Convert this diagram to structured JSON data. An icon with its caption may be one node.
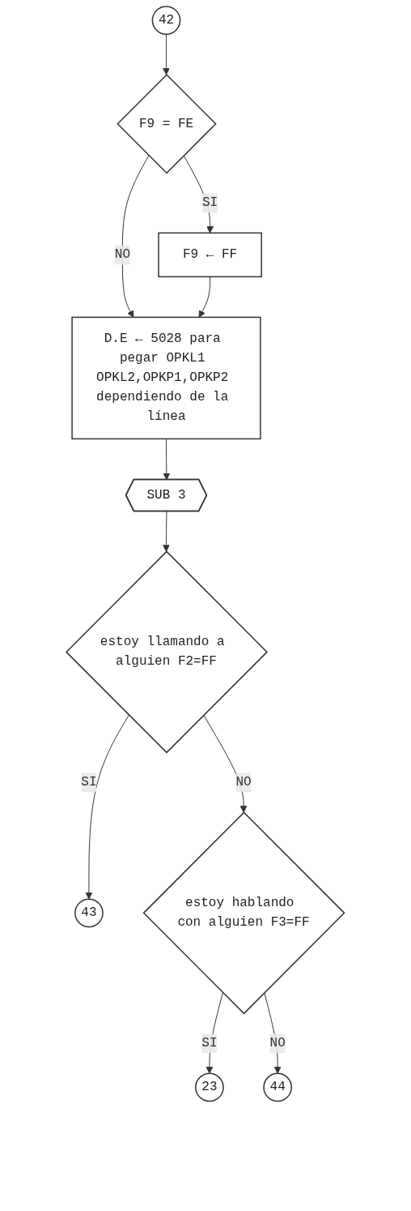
{
  "diagram": {
    "nodes": [
      {
        "text": [
          "42"
        ]
      },
      {
        "text": [
          "F9 = FE"
        ]
      },
      {
        "text": [
          "F9 ← FF"
        ]
      },
      {
        "text": [
          "D.E ← 5028 para pegar OPKL1 OPKL2,OPKP1,OPKP2 dependiendo de la línea"
        ]
      },
      {
        "text": [
          "SUB 3"
        ]
      },
      {
        "text": [
          "estoy llamando a alguien F2=FF"
        ]
      },
      {
        "text": [
          "43"
        ]
      },
      {
        "text": [
          "estoy hablando con alguien F3=FF"
        ]
      },
      {
        "text": [
          "23"
        ]
      },
      {
        "text": [
          "44"
        ]
      }
    ],
    "edges": [
      {
        "from": 0,
        "to": 1,
        "arrow": "to"
      },
      {
        "from": 1,
        "to": 2,
        "label": "SI",
        "arrow": "to"
      },
      {
        "from": 1,
        "to": 3,
        "label": "NO",
        "arrow": "to"
      },
      {
        "from": 2,
        "to": 3,
        "arrow": "to"
      },
      {
        "from": 3,
        "to": 4,
        "arrow": "to"
      },
      {
        "from": 4,
        "to": 5,
        "arrow": "to"
      },
      {
        "from": 5,
        "to": 6,
        "label": "SI",
        "arrow": "to"
      },
      {
        "from": 5,
        "to": 7,
        "label": "NO",
        "arrow": "to"
      },
      {
        "from": 7,
        "to": 8,
        "label": "SI",
        "arrow": "to"
      },
      {
        "from": 7,
        "to": 9,
        "label": "NO",
        "arrow": "to"
      }
    ]
  }
}
